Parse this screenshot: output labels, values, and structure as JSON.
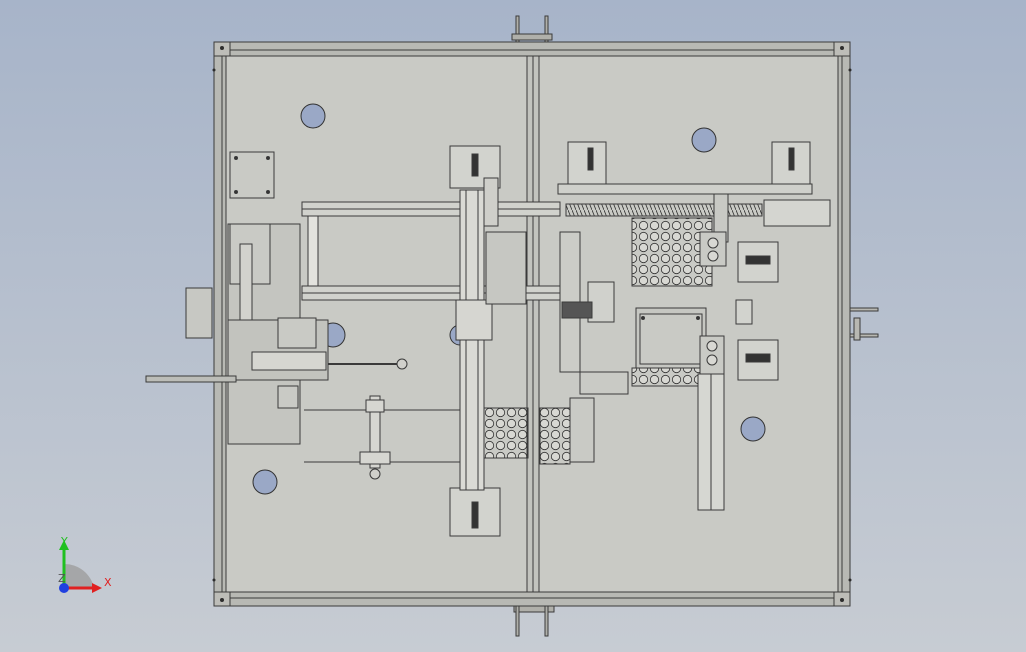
{
  "viewport": {
    "background_top": "#a7b4c9",
    "background_bottom": "#c7ccd3",
    "model_fill": "#c9cac5",
    "model_line": "#3a3a3a",
    "hole_fill": "#9aa8c6"
  },
  "triad": {
    "x_label": "X",
    "y_label": "Y",
    "z_label": "Z",
    "x_color": "#e02020",
    "y_color": "#20c020",
    "z_color": "#2040e0"
  }
}
